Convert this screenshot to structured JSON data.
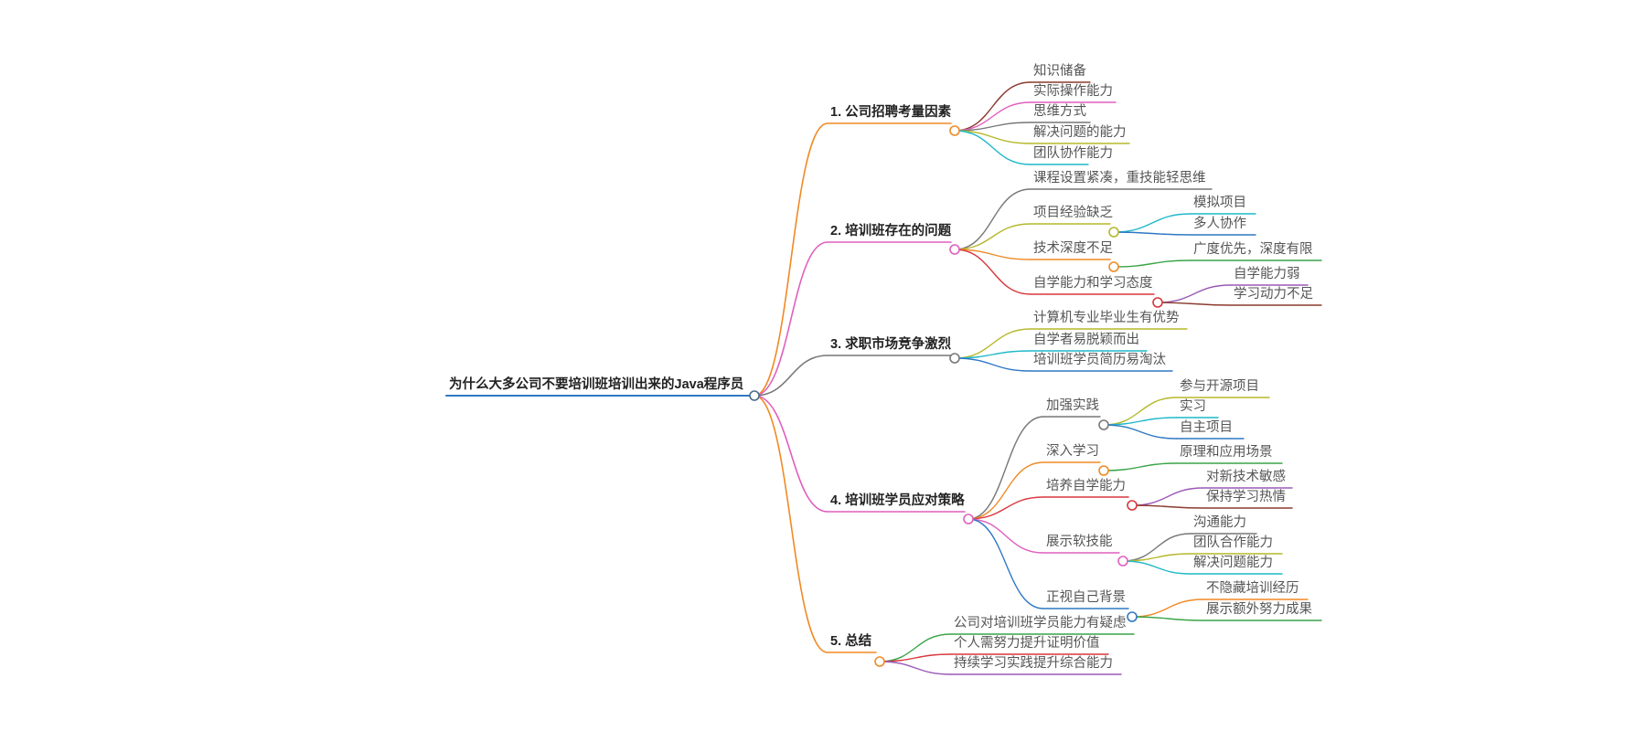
{
  "mindmap": {
    "root": {
      "label": "为什么大多公司不要培训班培训出来的Java程序员",
      "color": "#2f78c4"
    },
    "branches": [
      {
        "label": "1. 公司招聘考量因素",
        "color": "#f08a24",
        "children": [
          {
            "label": "知识储备",
            "color": "#8b3a2f"
          },
          {
            "label": "实际操作能力",
            "color": "#e05fbe"
          },
          {
            "label": "思维方式",
            "color": "#777777"
          },
          {
            "label": "解决问题的能力",
            "color": "#b5b82a"
          },
          {
            "label": "团队协作能力",
            "color": "#1fb8c9"
          }
        ]
      },
      {
        "label": "2. 培训班存在的问题",
        "color": "#e05fbe",
        "children": [
          {
            "label": "课程设置紧凑，重技能轻思维",
            "color": "#777777"
          },
          {
            "label": "项目经验缺乏",
            "color": "#b5b82a",
            "children": [
              {
                "label": "模拟项目",
                "color": "#1fb8c9"
              },
              {
                "label": "多人协作",
                "color": "#2f78c4"
              }
            ]
          },
          {
            "label": "技术深度不足",
            "color": "#f08a24",
            "children": [
              {
                "label": "广度优先，深度有限",
                "color": "#3aa447"
              }
            ]
          },
          {
            "label": "自学能力和学习态度",
            "color": "#d8363d",
            "children": [
              {
                "label": "自学能力弱",
                "color": "#9b59b6"
              },
              {
                "label": "学习动力不足",
                "color": "#8b3a2f"
              }
            ]
          }
        ]
      },
      {
        "label": "3. 求职市场竞争激烈",
        "color": "#777777",
        "children": [
          {
            "label": "计算机专业毕业生有优势",
            "color": "#b5b82a"
          },
          {
            "label": "自学者易脱颖而出",
            "color": "#1fb8c9"
          },
          {
            "label": "培训班学员简历易淘汰",
            "color": "#2f78c4"
          }
        ]
      },
      {
        "label": "4. 培训班学员应对策略",
        "color": "#e05fbe",
        "children": [
          {
            "label": "加强实践",
            "color": "#777777",
            "children": [
              {
                "label": "参与开源项目",
                "color": "#b5b82a"
              },
              {
                "label": "实习",
                "color": "#1fb8c9"
              },
              {
                "label": "自主项目",
                "color": "#2f78c4"
              }
            ]
          },
          {
            "label": "深入学习",
            "color": "#f08a24",
            "children": [
              {
                "label": "原理和应用场景",
                "color": "#3aa447"
              }
            ]
          },
          {
            "label": "培养自学能力",
            "color": "#d8363d",
            "children": [
              {
                "label": "对新技术敏感",
                "color": "#9b59b6"
              },
              {
                "label": "保持学习热情",
                "color": "#8b3a2f"
              }
            ]
          },
          {
            "label": "展示软技能",
            "color": "#e05fbe",
            "children": [
              {
                "label": "沟通能力",
                "color": "#777777"
              },
              {
                "label": "团队合作能力",
                "color": "#b5b82a"
              },
              {
                "label": "解决问题能力",
                "color": "#1fb8c9"
              }
            ]
          },
          {
            "label": "正视自己背景",
            "color": "#2f78c4",
            "children": [
              {
                "label": "不隐藏培训经历",
                "color": "#f08a24"
              },
              {
                "label": "展示额外努力成果",
                "color": "#3aa447"
              }
            ]
          }
        ]
      },
      {
        "label": "5. 总结",
        "color": "#f08a24",
        "children": [
          {
            "label": "公司对培训班学员能力有疑虑",
            "color": "#3aa447"
          },
          {
            "label": "个人需努力提升证明价值",
            "color": "#d8363d"
          },
          {
            "label": "持续学习实践提升综合能力",
            "color": "#9b59b6"
          }
        ]
      }
    ]
  }
}
